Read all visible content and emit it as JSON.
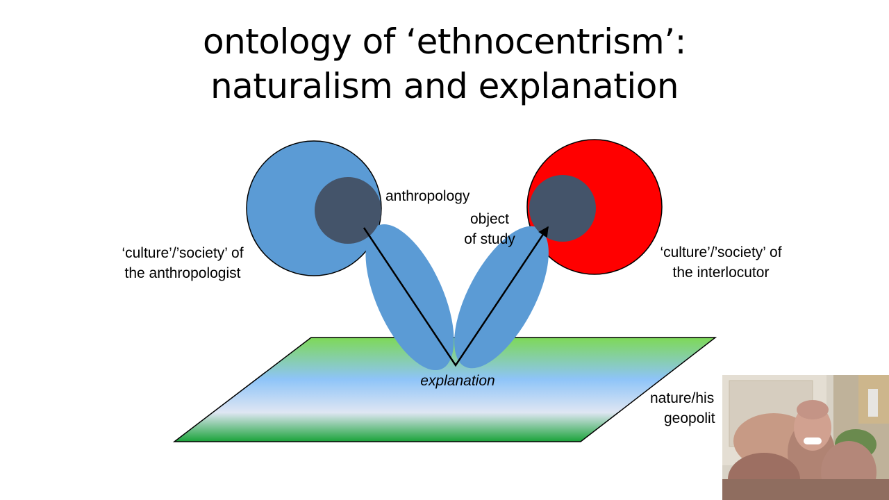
{
  "slide": {
    "title_line1": "ontology of ‘ethnocentrism’:",
    "title_line2": "naturalism and explanation"
  },
  "labels": {
    "anthropology": "anthropology",
    "object_line1": "object",
    "object_line2": "of study",
    "left_line1": "‘culture’/’society’ of",
    "left_line2": "the anthropologist",
    "right_line1": "‘culture’/’society’ of",
    "right_line2": "the interlocutor",
    "explanation": "explanation",
    "nature_line1": "nature/his",
    "nature_line2": "geopolit"
  },
  "colors": {
    "left_circle": "#5b9bd5",
    "right_circle": "#ff0000",
    "inner_circle": "#44546a",
    "lobes": "#5b9bd5",
    "plane_top": "#7ed957",
    "plane_middle": "#8ec4f8",
    "plane_light": "#dfe6f3",
    "plane_bottom": "#1aa33a"
  }
}
